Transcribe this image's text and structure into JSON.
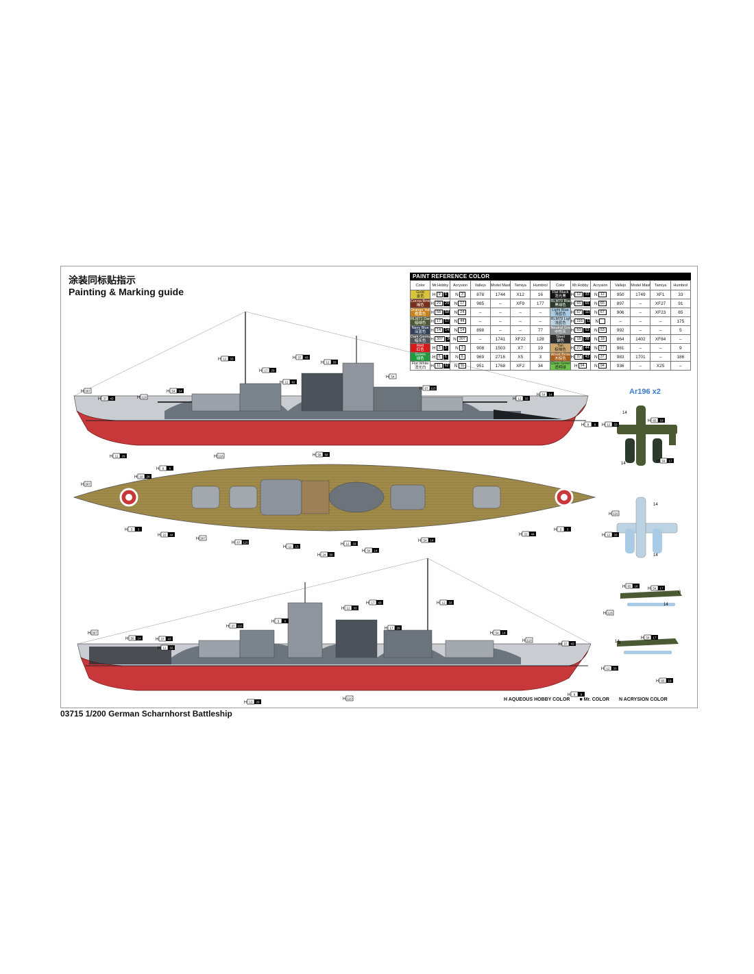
{
  "title_cn": "涂装同标贴指示",
  "title_en": "Painting & Marking guide",
  "footer": "03715 1/200 German Scharnhorst Battleship",
  "aircraft_label": "Ar196 x2",
  "legend": {
    "aqueous": "AQUEOUS HOBBY COLOR",
    "mr": "Mr. COLOR",
    "acrysion": "ACRYSION COLOR",
    "h_prefix": "H",
    "n_prefix": "N"
  },
  "paint_table": {
    "header": "PAINT REFERENCE COLOR",
    "columns": [
      "Color",
      "Mr.Hobby",
      "Acrysion",
      "Vallejo",
      "Model Master",
      "Tamiya",
      "Humbrol"
    ],
    "left": [
      {
        "name": "Gold",
        "cn": "金色",
        "color": "#d8c43a",
        "h": "9",
        "m": "9",
        "n": "3",
        "vallejo": "878",
        "mm": "1744",
        "tamiya": "X12",
        "humbrol": "16"
      },
      {
        "name": "Cocoa Brown",
        "cn": "褐色",
        "color": "#7a2f1c",
        "h": "29",
        "m": "29",
        "n": "17",
        "vallejo": "985",
        "mm": "–",
        "tamiya": "XF9",
        "humbrol": "177"
      },
      {
        "name": "Orange Yellow",
        "cn": "橙黄色",
        "color": "#c9821d",
        "h": "58",
        "m": "58",
        "n": "24",
        "vallejo": "–",
        "mm": "–",
        "tamiya": "–",
        "humbrol": "–"
      },
      {
        "name": "RLM71 Dark Green",
        "cn": "暗绿色",
        "color": "#4c5a34",
        "h": "17",
        "m": "17",
        "n": "44",
        "vallejo": "–",
        "mm": "–",
        "tamiya": "–",
        "humbrol": "–"
      },
      {
        "name": "Navy Blue",
        "cn": "深蓝色",
        "color": "#33415a",
        "h": "14",
        "m": "14",
        "n": "14",
        "vallejo": "898",
        "mm": "–",
        "tamiya": "–",
        "humbrol": "77"
      },
      {
        "name": "Dark German Ghost Grey",
        "cn": "暗灰色",
        "color": "#4f5459",
        "h": "307",
        "m": "307",
        "n": "307",
        "vallejo": "–",
        "mm": "1741",
        "tamiya": "XF22",
        "humbrol": "128"
      },
      {
        "name": "Red",
        "cn": "红色",
        "color": "#d41a1a",
        "h": "3",
        "m": "3",
        "n": "3",
        "vallejo": "908",
        "mm": "1503",
        "tamiya": "X7",
        "humbrol": "19"
      },
      {
        "name": "Green",
        "cn": "绿色",
        "color": "#1f9a3c",
        "h": "6",
        "m": "6",
        "n": "6",
        "vallejo": "969",
        "mm": "2716",
        "tamiya": "X5",
        "humbrol": "3"
      },
      {
        "name": "Flat White",
        "cn": "消光白",
        "color": "#ffffff",
        "h": "11",
        "m": "62",
        "n": "11",
        "vallejo": "951",
        "mm": "1768",
        "tamiya": "XF2",
        "humbrol": "34"
      }
    ],
    "right": [
      {
        "name": "Flat Black",
        "cn": "消光黑",
        "color": "#111111",
        "h": "12",
        "m": "33",
        "n": "12",
        "vallejo": "950",
        "mm": "1749",
        "tamiya": "XF1",
        "humbrol": "33"
      },
      {
        "name": "RLM70 Black Green",
        "cn": "黑绿色",
        "color": "#2c3a2c",
        "h": "65",
        "m": "65",
        "n": "65",
        "vallejo": "897",
        "mm": "–",
        "tamiya": "XF27",
        "humbrol": "91"
      },
      {
        "name": "Light Blue",
        "cn": "浅蓝色",
        "color": "#a9cbe6",
        "h": "67",
        "m": "115",
        "n": "67",
        "vallejo": "906",
        "mm": "–",
        "tamiya": "XF23",
        "humbrol": "65"
      },
      {
        "name": "RLM78 Light Blue",
        "cn": "浅蓝色",
        "color": "#bcd3e3",
        "h": "116",
        "m": "116",
        "n": "",
        "vallejo": "–",
        "mm": "–",
        "tamiya": "–",
        "humbrol": "175"
      },
      {
        "name": "Neutral Gray",
        "cn": "中性灰",
        "color": "#8c8f93",
        "h": "53",
        "m": "53",
        "n": "53",
        "vallejo": "992",
        "mm": "–",
        "tamiya": "–",
        "humbrol": "5"
      },
      {
        "name": "Steel",
        "cn": "钢色",
        "color": "#2a2a2a",
        "h": "18",
        "m": "28",
        "n": "18",
        "vallejo": "864",
        "mm": "1402",
        "tamiya": "XF84",
        "humbrol": "–"
      },
      {
        "name": "Tan",
        "cn": "棕褐色",
        "color": "#c9a46b",
        "h": "27",
        "m": "44",
        "n": "27",
        "vallejo": "981",
        "mm": "–",
        "tamiya": "–",
        "humbrol": "9"
      },
      {
        "name": "Wood Brown",
        "cn": "木棕色",
        "color": "#a8621e",
        "h": "37",
        "m": "43",
        "n": "37",
        "vallejo": "983",
        "mm": "1701",
        "tamiya": "–",
        "humbrol": "186"
      },
      {
        "name": "Clear Green",
        "cn": "透明绿",
        "color": "#6cc24a",
        "h": "94",
        "m": "",
        "n": "94",
        "vallejo": "936",
        "mm": "–",
        "tamiya": "X25",
        "humbrol": "–"
      }
    ]
  },
  "callouts": {
    "side1": [
      {
        "h": "307",
        "m": ""
      },
      {
        "h": "37",
        "m": "43"
      },
      {
        "h": "118",
        "m": ""
      },
      {
        "h": "54",
        "m": "14"
      },
      {
        "h": "12",
        "m": "33"
      },
      {
        "h": "17",
        "m": "29"
      },
      {
        "h": "11",
        "m": "62"
      },
      {
        "h": "37",
        "m": "43"
      },
      {
        "h": "12",
        "m": "33"
      },
      {
        "h": "54",
        "m": ""
      },
      {
        "h": "67",
        "m": "115"
      },
      {
        "h": "12",
        "m": "33"
      },
      {
        "h": "54",
        "m": "14"
      },
      {
        "h": "9",
        "m": "9"
      },
      {
        "h": "11",
        "m": "29"
      },
      {
        "h": "118",
        "m": ""
      },
      {
        "h": "58",
        "m": "58"
      }
    ],
    "top": [
      {
        "h": "307",
        "m": ""
      },
      {
        "h": "6",
        "m": "6"
      },
      {
        "h": "18",
        "m": "28"
      },
      {
        "h": "3",
        "m": "3"
      },
      {
        "h": "22",
        "m": "44"
      },
      {
        "h": "307",
        "m": ""
      },
      {
        "h": "67",
        "m": "115"
      },
      {
        "h": "11",
        "m": "13"
      },
      {
        "h": "12",
        "m": "33"
      },
      {
        "h": "24",
        "m": "58"
      },
      {
        "h": "54",
        "m": "14"
      },
      {
        "h": "54",
        "m": "14"
      },
      {
        "h": "22",
        "m": "44"
      },
      {
        "h": "3",
        "m": "3"
      }
    ],
    "side2": [
      {
        "h": "307",
        "m": ""
      },
      {
        "h": "56",
        "m": "14"
      },
      {
        "h": "37",
        "m": "43"
      },
      {
        "h": "12",
        "m": "33"
      },
      {
        "h": "37",
        "m": "115"
      },
      {
        "h": "3",
        "m": "6"
      },
      {
        "h": "12",
        "m": "33"
      },
      {
        "h": "17",
        "m": "43"
      },
      {
        "h": "17",
        "m": "29"
      },
      {
        "h": "12",
        "m": "33"
      },
      {
        "h": "54",
        "m": "14"
      },
      {
        "h": "110",
        "m": ""
      },
      {
        "h": "37",
        "m": "43"
      },
      {
        "h": "12",
        "m": "33"
      },
      {
        "h": "9",
        "m": "9"
      },
      {
        "h": "13",
        "m": "29"
      },
      {
        "h": "110",
        "m": ""
      }
    ],
    "aircraft": [
      {
        "h": "65",
        "m": "18"
      },
      {
        "h": "12",
        "m": "33"
      },
      {
        "h": "54",
        "m": "17"
      },
      {
        "h": "116",
        "m": ""
      },
      {
        "h": "12",
        "m": "33"
      },
      {
        "h": "65",
        "m": "18"
      },
      {
        "h": "54",
        "m": "17"
      },
      {
        "h": "118",
        "m": ""
      },
      {
        "h": "54",
        "m": "17"
      },
      {
        "h": "65",
        "m": "18"
      }
    ],
    "numbers": [
      "14",
      "14",
      "14",
      "14",
      "14",
      "6",
      "14",
      "8"
    ]
  }
}
